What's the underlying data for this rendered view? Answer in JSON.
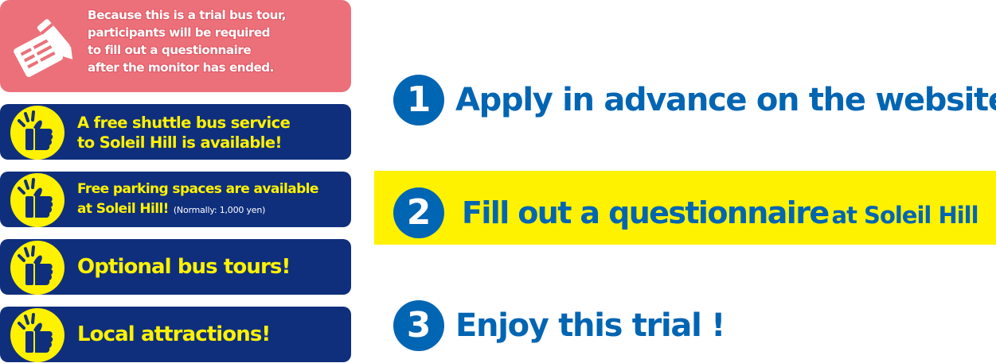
{
  "notice": {
    "icon": "pen-on-form-icon",
    "lines": [
      "Because this is a trial bus tour,",
      "participants will be required",
      "to fill out a questionnaire",
      "after the monitor has ended."
    ]
  },
  "features": [
    {
      "icon": "thumbs-up-icon",
      "lines": [
        "A free shuttle bus service",
        "to Soleil Hill is available!"
      ]
    },
    {
      "icon": "thumbs-up-icon",
      "lines": [
        "Free parking spaces are available",
        "at Soleil Hill!"
      ],
      "note": "(Normally: 1,000 yen)"
    },
    {
      "icon": "thumbs-up-icon",
      "lines": [
        "Optional bus tours!"
      ]
    },
    {
      "icon": "thumbs-up-icon",
      "lines": [
        "Local attractions!"
      ]
    }
  ],
  "steps": [
    {
      "number": "1",
      "text": "Apply in advance on the website"
    },
    {
      "number": "2",
      "text": "Fill out a questionnaire",
      "small": "at Soleil Hill"
    },
    {
      "number": "3",
      "text": "Enjoy this trial !"
    }
  ],
  "colors": {
    "notice_bg": "#ec7079",
    "feature_bg": "#0f2f7d",
    "feature_text": "#fff200",
    "step_blue": "#0065b3",
    "highlight_band": "#fff200"
  }
}
